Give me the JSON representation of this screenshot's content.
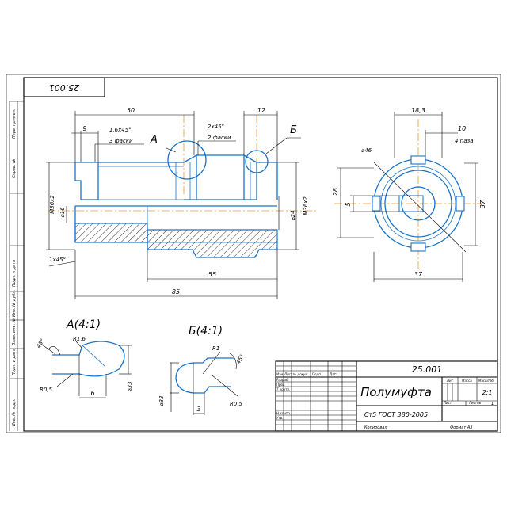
{
  "doc_code": "25.001",
  "doc_code_rotated": "25.001",
  "title": "Полумуфта",
  "material": "Ст5 ГОСТ 380-2005",
  "sheet_info": {
    "mass_scale": "2:1",
    "sheet_label": "Лист",
    "sheets_label": "Листов",
    "sheets_value": "1"
  },
  "title_block_headers": {
    "lit": "Лит",
    "mass": "Масса",
    "scale": "Масштаб"
  },
  "title_block_rows": [
    "Изм",
    "Лист",
    "№ докум.",
    "Подп.",
    "Дата",
    "Разраб.",
    "Пров.",
    "Т.контр.",
    "Н.контр.",
    "Утв."
  ],
  "footer": {
    "copied": "Копировал",
    "format": "Формат A3"
  },
  "side_labels": [
    "Перв. примен.",
    "Справ. №",
    "Подп. и дата",
    "Инв. № дубл.",
    "Взам. инв. №",
    "Подп. и дата",
    "Инв. № подл."
  ],
  "main_view": {
    "dim_50": "50",
    "dim_12": "12",
    "dim_9": "9",
    "chamfer_1": "1,6х45°",
    "chamfer_1_note": "3 фаски",
    "chamfer_2": "2х45°",
    "chamfer_2_note": "2 фаски",
    "chamfer_left": "1х45°",
    "thread_left": "М36х2",
    "thread_right": "М36х2",
    "bore": "⌀16",
    "bore_right": "⌀24",
    "dim_55": "55",
    "dim_85": "85",
    "label_A": "А",
    "label_B": "Б"
  },
  "end_view": {
    "dim_18_3": "18,3",
    "dim_10": "10",
    "slots_note": "4 паза",
    "dia_46": "⌀46",
    "dim_28": "28",
    "dim_5": "5",
    "dim_37_right": "37",
    "dim_37_bottom": "37"
  },
  "detail_A": {
    "title": "А(4:1)",
    "radius": "R1,6",
    "angle": "45°",
    "r_small": "R0,5",
    "dim_6": "6",
    "dia": "⌀33"
  },
  "detail_B": {
    "title": "Б(4:1)",
    "radius": "R1",
    "angle": "45°",
    "r_small": "R0,5",
    "dim_3": "3",
    "dia": "⌀33"
  }
}
